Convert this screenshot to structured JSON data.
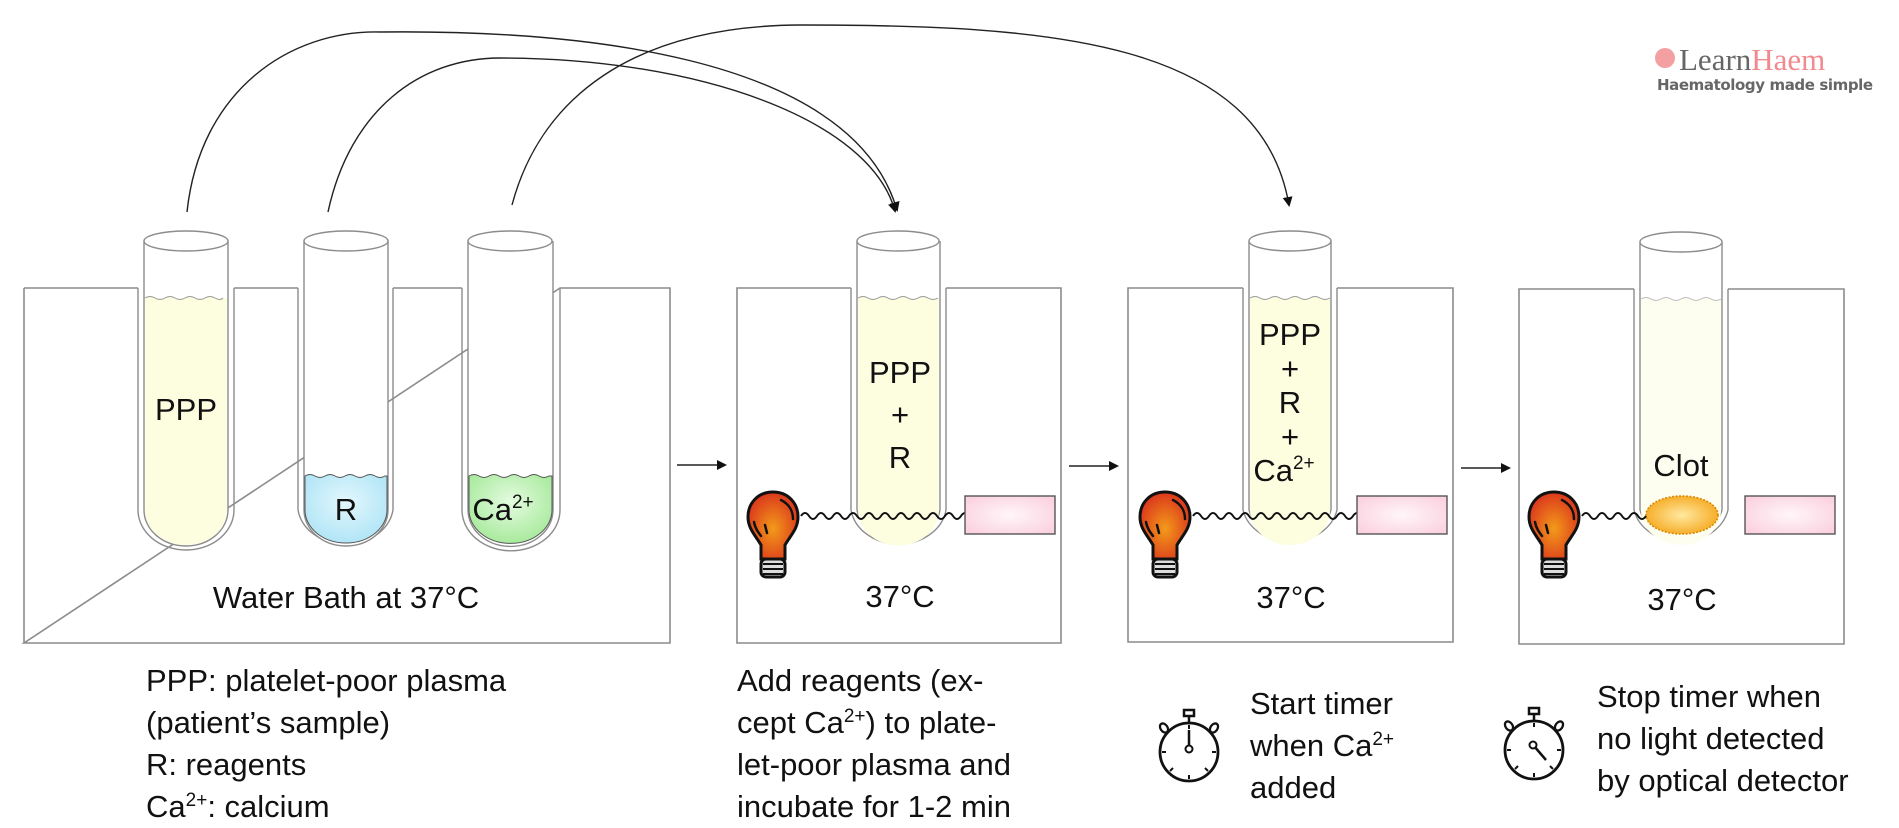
{
  "logo": {
    "brand_part1": "Learn",
    "brand_part2": "Haem",
    "tagline": "Haematology made simple",
    "colors": {
      "grey": "#666666",
      "pink": "#f08a8f"
    }
  },
  "stage1": {
    "bath_label": "Water Bath at 37°C",
    "tubes": [
      {
        "label": "PPP",
        "fill": "#fdfde0"
      },
      {
        "label": "R",
        "fill": "#bfeaf8"
      },
      {
        "label_main": "Ca",
        "label_sup": "2+",
        "fill": "#b8f0b0"
      }
    ],
    "caption": {
      "line1": "PPP: platelet-poor plasma",
      "line2": "(patient’s sample)",
      "line3": "R: reagents",
      "line4_main": "Ca",
      "line4_sup": "2+",
      "line4_rest": ": calcium"
    }
  },
  "stage2": {
    "tube_lines": [
      "PPP",
      "+",
      "R"
    ],
    "temp": "37°C",
    "caption": {
      "line1": "Add reagents (ex-",
      "line2_a": "cept Ca",
      "line2_sup": "2+",
      "line2_b": ") to plate-",
      "line3": "let-poor plasma and",
      "line4": "incubate for 1-2 min"
    }
  },
  "stage3": {
    "tube_lines": [
      "PPP",
      "+",
      "R",
      "+"
    ],
    "tube_last_main": "Ca",
    "tube_last_sup": "2+",
    "temp": "37°C",
    "caption": {
      "line1": "Start timer",
      "line2_a": "when Ca",
      "line2_sup": "2+",
      "line3": "added"
    }
  },
  "stage4": {
    "tube_label": "Clot",
    "temp": "37°C",
    "caption": {
      "line1": "Stop timer when",
      "line2": "no light detected",
      "line3": "by optical detector"
    }
  },
  "colors": {
    "plasma": "#fdfde0",
    "detector": "#fcd9e4",
    "bulb": "#e2401e",
    "clot": "#f7b31c",
    "outline": "#8c8c8c"
  }
}
